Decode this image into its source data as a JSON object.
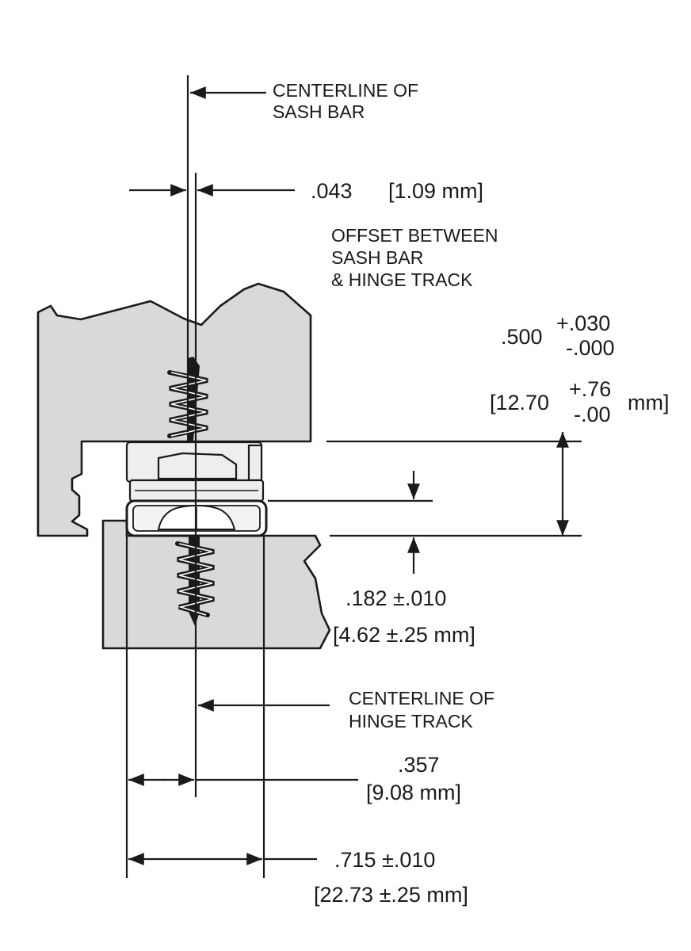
{
  "labels": {
    "centerline_sash_1": "CENTERLINE OF",
    "centerline_sash_2": "SASH BAR",
    "offset_value": ".043",
    "offset_mm": "[1.09 mm]",
    "offset_desc_1": "OFFSET BETWEEN",
    "offset_desc_2": "SASH BAR",
    "offset_desc_3": "& HINGE TRACK",
    "height_value": ".500",
    "height_tol_plus": "+.030",
    "height_tol_minus": "-.000",
    "height_mm_open": "[12.70",
    "height_mm_tol_plus": "+.76",
    "height_mm_tol_minus": "-.00",
    "height_mm_close": "mm]",
    "gap_value": ".182  ±.010",
    "gap_mm": "[4.62 ±.25 mm]",
    "centerline_hinge_1": "CENTERLINE OF",
    "centerline_hinge_2": "HINGE TRACK",
    "half_width_value": ".357",
    "half_width_mm": "[9.08 mm]",
    "width_value": ".715  ±.010",
    "width_mm": "[22.73 ±.25 mm]"
  }
}
